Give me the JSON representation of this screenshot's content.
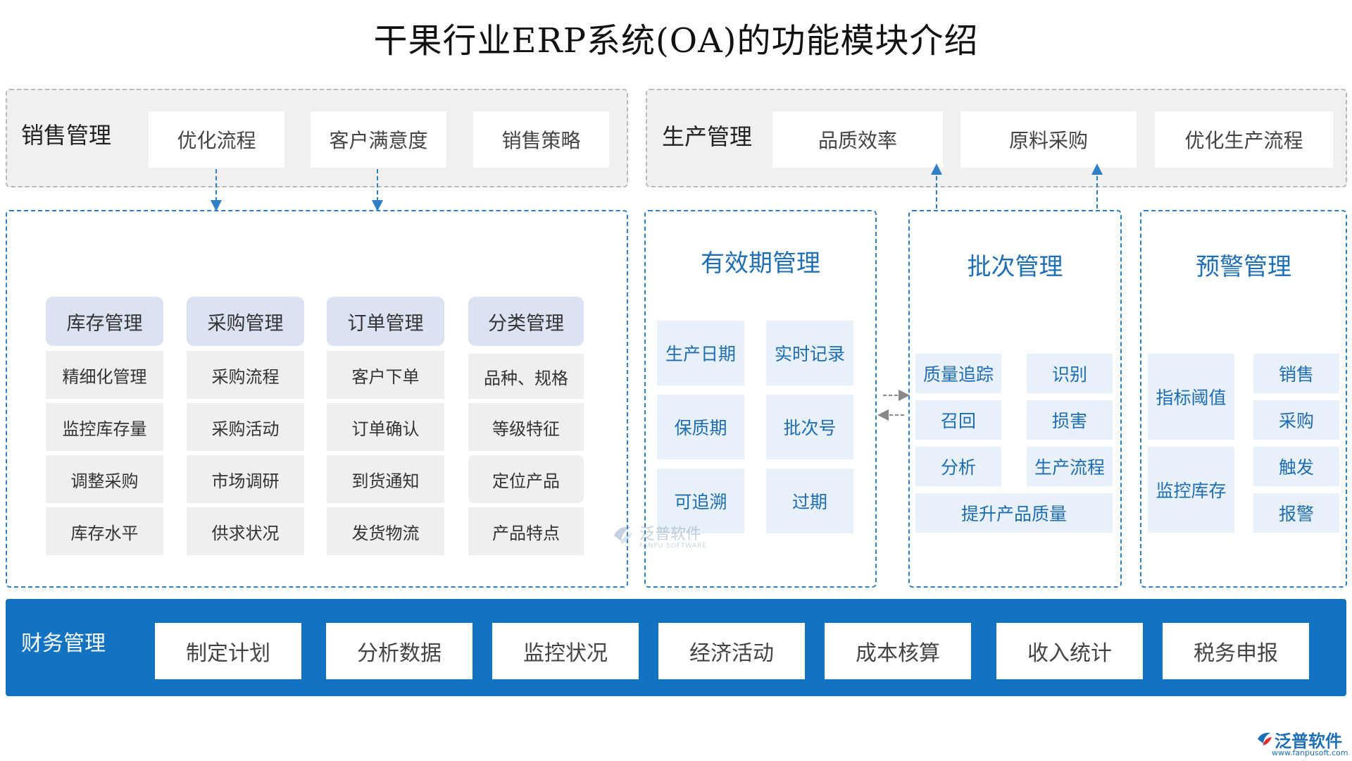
{
  "title": "干果行业ERP系统(OA)的功能模块介绍",
  "sales_panel": {
    "label": "销售管理",
    "items": [
      "优化流程",
      "客户满意度",
      "销售策略"
    ]
  },
  "production_panel": {
    "label": "生产管理",
    "items": [
      "品质效率",
      "原料采购",
      "优化生产流程"
    ]
  },
  "sales_modules": [
    {
      "head": "库存管理",
      "items": [
        "精细化管理",
        "监控库存量",
        "调整采购",
        "库存水平"
      ]
    },
    {
      "head": "采购管理",
      "items": [
        "采购流程",
        "采购活动",
        "市场调研",
        "供求状况"
      ]
    },
    {
      "head": "订单管理",
      "items": [
        "客户下单",
        "订单确认",
        "到货通知",
        "发货物流"
      ]
    },
    {
      "head": "分类管理",
      "items": [
        "品种、规格",
        "等级特征",
        "定位产品",
        "产品特点"
      ]
    }
  ],
  "expiry": {
    "title": "有效期管理",
    "items": [
      "生产日期",
      "实时记录",
      "保质期",
      "批次号",
      "可追溯",
      "过期"
    ]
  },
  "batch": {
    "title": "批次管理",
    "items": [
      "质量追踪",
      "识别",
      "召回",
      "损害",
      "分析",
      "生产流程"
    ],
    "wide_item": "提升产品质量"
  },
  "warning": {
    "title": "预警管理",
    "left_items": [
      "指标阈值",
      "监控库存"
    ],
    "right_items": [
      "销售",
      "采购",
      "触发",
      "报警"
    ]
  },
  "finance": {
    "label": "财务管理",
    "items": [
      "制定计划",
      "分析数据",
      "监控状况",
      "经济活动",
      "成本核算",
      "收入统计",
      "税务申报"
    ]
  },
  "watermark": {
    "name": "泛普软件",
    "sub": "FANPU SOFTWARE"
  },
  "brand": {
    "name": "泛普软件",
    "url": "www.fanpusoft.com"
  },
  "colors": {
    "accent": "#1173c2",
    "dashed": "#2f7fc6",
    "module_head": "#dbe2f2",
    "panel_gray": "#f0f0f0"
  }
}
